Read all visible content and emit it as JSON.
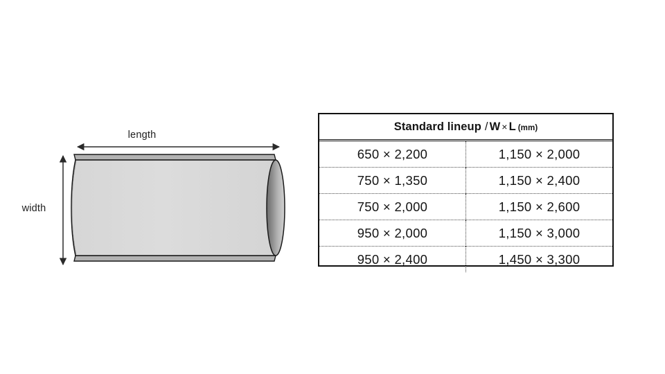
{
  "diagram": {
    "name": "roll-product-diagram",
    "shape": "cylindrical-roll",
    "length_label": "length",
    "width_label": "width",
    "colors": {
      "body_fill": "#d8d8d8",
      "edge_band": "#b0b0b0",
      "outline": "#1a1a1a",
      "end_cap_dark": "#6f6f6f",
      "end_cap_light": "#cfcfcf"
    }
  },
  "table": {
    "name": "standard-lineup-table",
    "header": {
      "main": "Standard lineup",
      "slash": "/",
      "w": "W",
      "times": "×",
      "l": "L",
      "unit": "(mm)"
    },
    "columns": 2,
    "rows": [
      {
        "left": "650 × 2,200",
        "right": "1,150 × 2,000"
      },
      {
        "left": "750 × 1,350",
        "right": "1,150 × 2,400"
      },
      {
        "left": "750 × 2,000",
        "right": "1,150 × 2,600"
      },
      {
        "left": "950 × 2,000",
        "right": "1,150 × 3,000"
      },
      {
        "left": "950 × 2,400",
        "right": "1,450 × 3,300"
      }
    ],
    "border_color": "#111111"
  }
}
